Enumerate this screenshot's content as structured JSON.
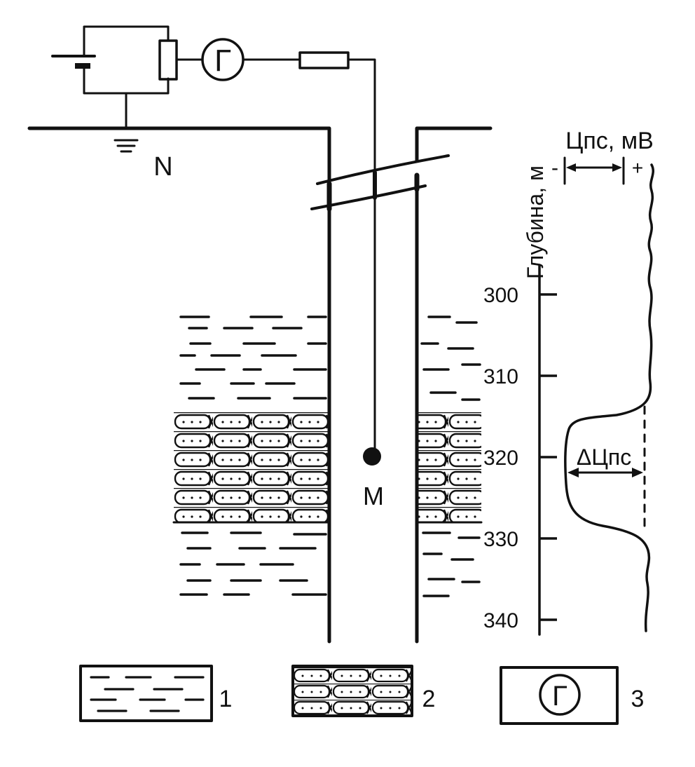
{
  "labels": {
    "ground_electrode": "N",
    "borehole_electrode": "M",
    "meter_symbol": "Г",
    "depth_axis_title": "Глубина, м",
    "curve_axis_title": "Цпс, мВ",
    "minus_sign": "-",
    "plus_sign": "+",
    "anomaly_label": "ΔЦпс"
  },
  "depth_ticks": [
    "300",
    "310",
    "320",
    "330",
    "340"
  ],
  "legend": [
    {
      "number": "1",
      "pattern": "clay-dashes"
    },
    {
      "number": "2",
      "pattern": "sandstone-dots"
    },
    {
      "number": "3",
      "pattern": "galvanometer-symbol",
      "symbol": "Г"
    }
  ],
  "colors": {
    "ink": "#111111",
    "paper": "#ffffff"
  }
}
